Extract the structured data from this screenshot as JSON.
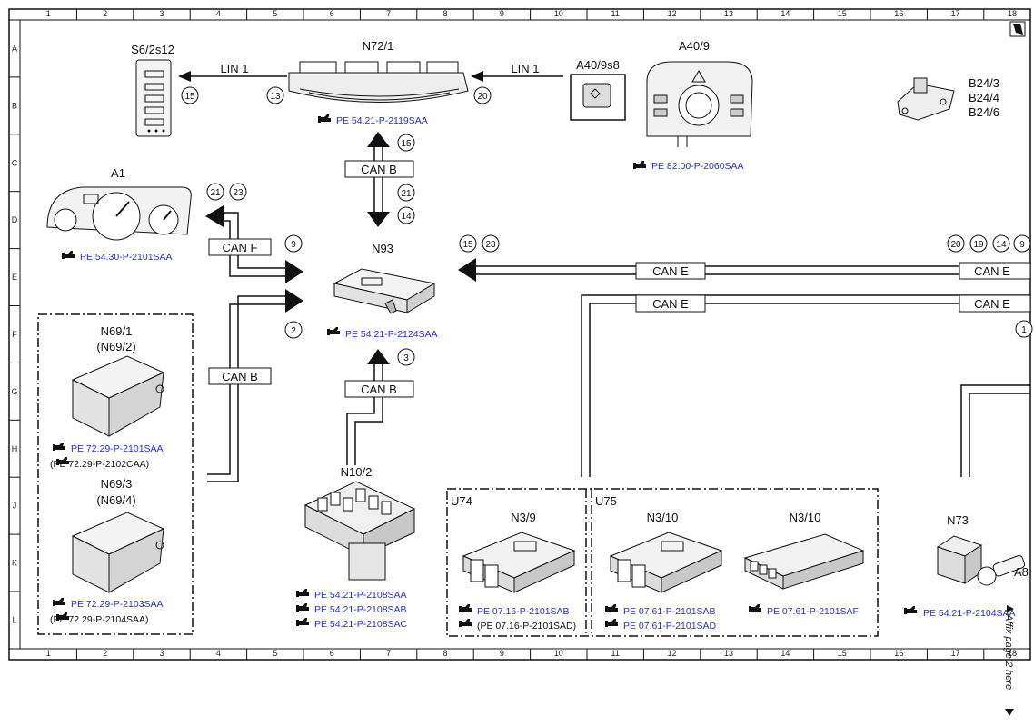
{
  "grid": {
    "columns": [
      "1",
      "2",
      "3",
      "4",
      "5",
      "6",
      "7",
      "8",
      "9",
      "10",
      "11",
      "12",
      "13",
      "14",
      "15",
      "16",
      "17",
      "18"
    ],
    "rows": [
      "A",
      "B",
      "C",
      "D",
      "E",
      "F",
      "G",
      "H",
      "J",
      "K",
      "L"
    ]
  },
  "components": {
    "s6": "S6/2s12",
    "n72": "N72/1",
    "a40_9": "A40/9",
    "a40_9s8": "A40/9s8",
    "b24_3": "B24/3",
    "b24_4": "B24/4",
    "b24_6": "B24/6",
    "a1": "A1",
    "n93": "N93",
    "n69_1": "N69/1",
    "n69_2": "(N69/2)",
    "n69_3": "N69/3",
    "n69_4": "(N69/4)",
    "n10_2": "N10/2",
    "u74": "U74",
    "u75": "U75",
    "n3_9": "N3/9",
    "n3_10a": "N3/10",
    "n3_10b": "N3/10",
    "n73": "N73",
    "a8": "A8"
  },
  "buses": {
    "lin1_left": "LIN 1",
    "lin1_right": "LIN 1",
    "canb_top": "CAN B",
    "canf": "CAN F",
    "canb_left": "CAN B",
    "canb_bottom": "CAN B",
    "cane_1": "CAN E",
    "cane_2": "CAN E",
    "cane_3": "CAN E",
    "cane_4": "CAN E"
  },
  "connectors": {
    "c15_s6": "15",
    "c13": "13",
    "c20": "20",
    "c15_n72": "15",
    "c21_canb": "21",
    "c14_canb": "14",
    "c21_a1": "21",
    "c23_a1": "23",
    "c9": "9",
    "c2": "2",
    "c3": "3",
    "c15_e": "15",
    "c23_e": "23",
    "c20_r": "20",
    "c19_r": "19",
    "c14_r": "14",
    "c9_r": "9",
    "c1_r": "1"
  },
  "refs": {
    "n72": "PE 54.21-P-2119SAA",
    "a40": "PE 82.00-P-2060SAA",
    "a1": "PE 54.30-P-2101SAA",
    "n93": "PE 54.21-P-2124SAA",
    "n69_a": "PE 72.29-P-2101SAA",
    "n69_b": "(PE 72.29-P-2102CAA)",
    "n69_c": "PE 72.29-P-2103SAA",
    "n69_d": "(PE 72.29-P-2104SAA)",
    "n10_a": "PE 54.21-P-2108SAA",
    "n10_b": "PE 54.21-P-2108SAB",
    "n10_c": "PE 54.21-P-2108SAC",
    "n3_9_a": "PE 07.16-P-2101SAB",
    "n3_9_b": "(PE 07.16-P-2101SAD)",
    "n3_10_a": "PE 07.61-P-2101SAB",
    "n3_10_b": "PE 07.61-P-2101SAD",
    "n3_10_c": "PE 07.61-P-2101SAF",
    "n73": "PE 54.21-P-2104SAA"
  },
  "side_note": "Affix page 2 here"
}
